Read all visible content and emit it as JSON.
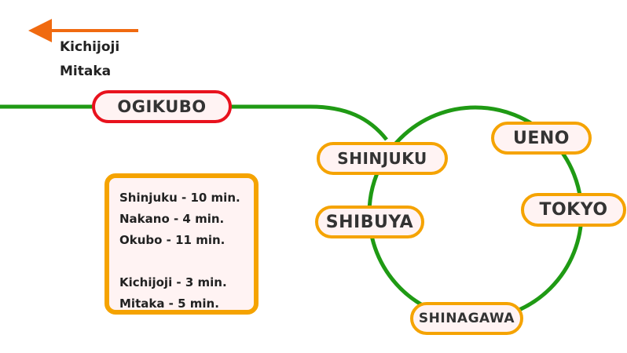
{
  "colors": {
    "line_green": "#1f9a14",
    "arrow_orange": "#f06a10",
    "station_border": "#f5a300",
    "home_station_border": "#e8121d",
    "box_fill": "#fff3f3"
  },
  "direction": {
    "arrow": "left",
    "destinations": [
      "Kichijoji",
      "Mitaka"
    ]
  },
  "stations": {
    "ogikubo": "OGIKUBO",
    "shinjuku": "SHINJUKU",
    "shibuya": "SHIBUYA",
    "ueno": "UENO",
    "tokyo": "TOKYO",
    "shinagawa": "SHINAGAWA"
  },
  "travel_times": {
    "group1": [
      "Shinjuku - 10 min.",
      "Nakano - 4 min.",
      "Okubo - 11 min."
    ],
    "group2": [
      "Kichijoji - 3 min.",
      "Mitaka - 5 min."
    ]
  }
}
